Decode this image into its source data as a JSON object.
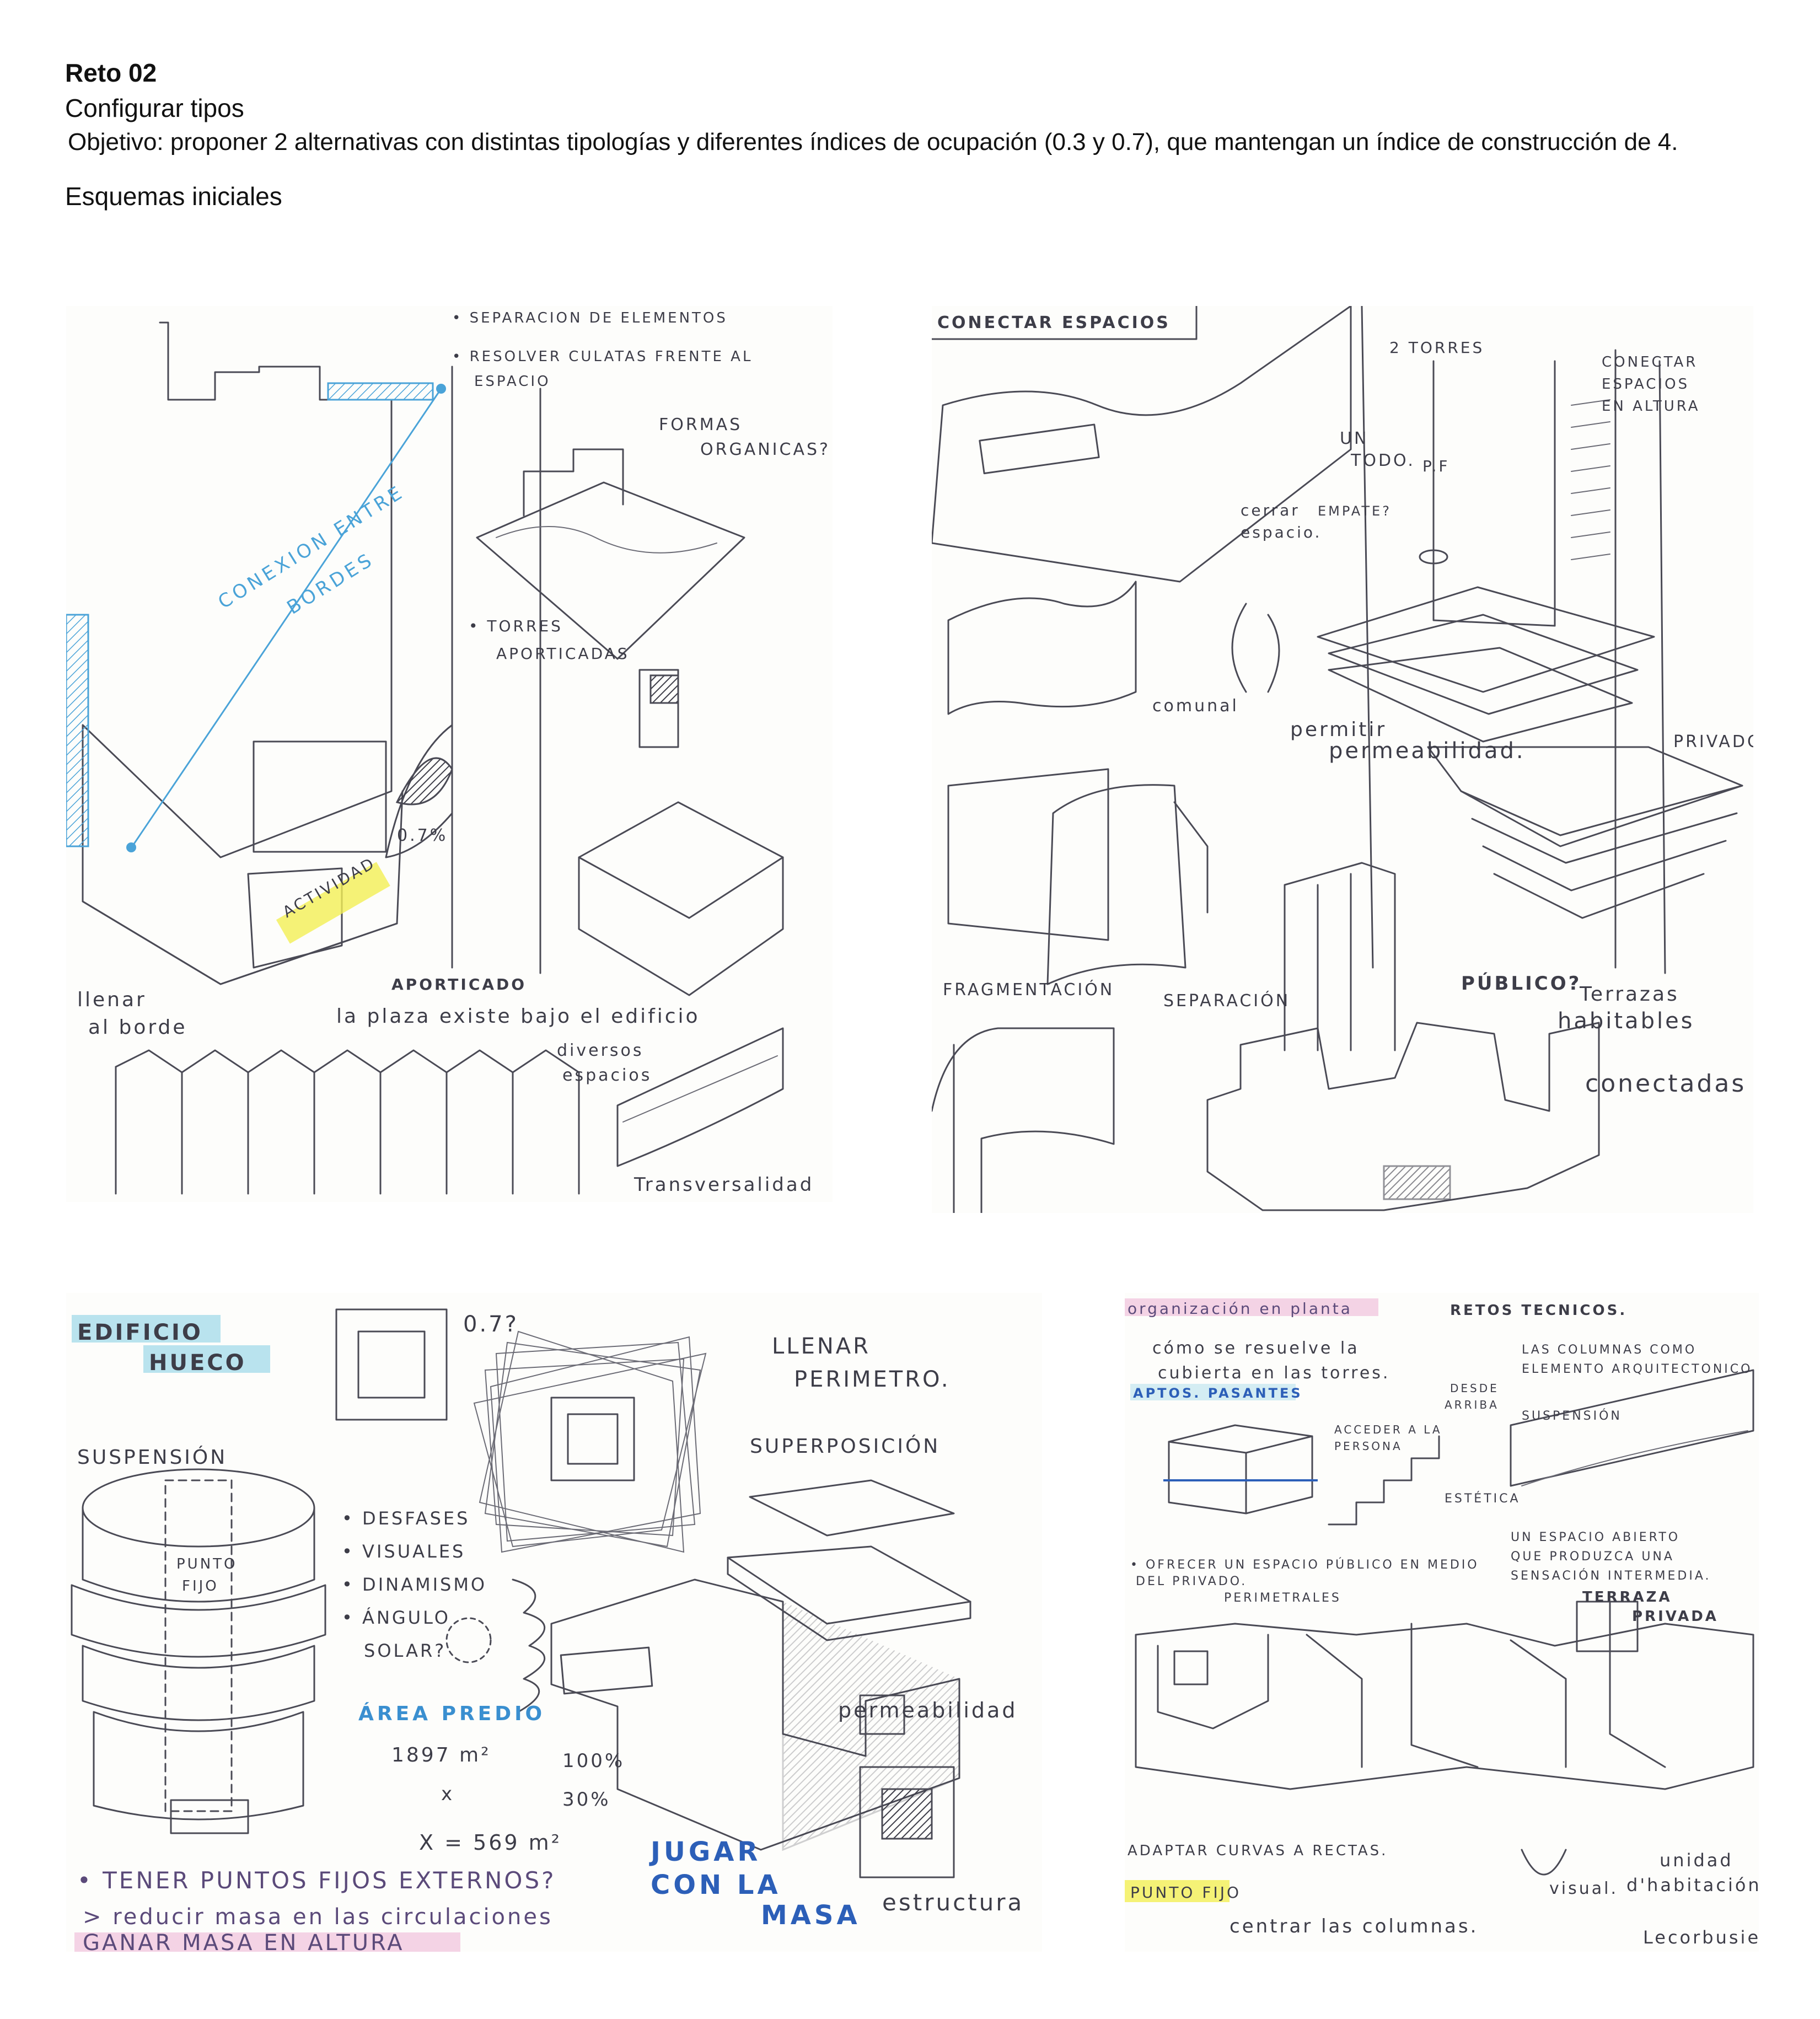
{
  "header": {
    "reto": "Reto 02",
    "subtitle": "Configurar tipos",
    "objective": "Objetivo: proponer 2 alternativas con distintas tipologías y diferentes índices de ocupación (0.3 y 0.7), que mantengan un índice de construcción de 4.",
    "section": "Esquemas iniciales"
  },
  "sketches": {
    "s1": {
      "separacion": "• SEPARACION DE ELEMENTOS",
      "resolver_1": "• RESOLVER CULATAS FRENTE AL",
      "resolver_2": "ESPACIO",
      "formas_1": "FORMAS",
      "formas_2": "ORGANICAS?",
      "conexion_1": "CONEXION ENTRE",
      "conexion_2": "BORDES",
      "torres_1": "• TORRES",
      "torres_2": "APORTICADAS",
      "actividad": "ACTIVIDAD",
      "pct": "0.7%",
      "llenar_1": "llenar",
      "llenar_2": "al borde",
      "aporticado": "APORTICADO",
      "plaza": "la plaza existe bajo el edificio",
      "diversos_1": "diversos",
      "diversos_2": "espacios",
      "transversalidad": "Transversalidad"
    },
    "s2": {
      "conectar": "CONECTAR ESPACIOS",
      "torres": "2 TORRES",
      "conectar_altura_1": "CONECTAR",
      "conectar_altura_2": "ESPACIOS",
      "conectar_altura_3": "EN ALTURA",
      "un_todo_1": "UN",
      "un_todo_2": "TODO.",
      "pf": "P.F",
      "cerrar_1": "cerrar",
      "cerrar_2": "espacio.",
      "empate": "EMPATE?",
      "comunal": "comunal",
      "permitir_1": "permitir",
      "permitir_2": "permeabilidad.",
      "privado": "PRIVADO",
      "fragmentacion": "FRAGMENTACIÓN",
      "separacion": "SEPARACIÓN",
      "publico": "PÚBLICO?",
      "terrazas_1": "Terrazas",
      "terrazas_2": "habitables",
      "conectadas": "conectadas"
    },
    "s3": {
      "edificio": "EDIFICIO",
      "hueco": "HUECO",
      "q07": "0.7?",
      "llenar_1": "LLENAR",
      "llenar_2": "PERIMETRO.",
      "suspension": "SUSPENSIÓN",
      "superposicion": "SUPERPOSICIÓN",
      "punto_1": "PUNTO",
      "punto_2": "FIJO",
      "list_1": "• DESFASES",
      "list_2": "• VISUALES",
      "list_3": "• DINAMISMO",
      "list_4": "• ÁNGULO",
      "list_5": "SOLAR?",
      "area": "ÁREA PREDIO",
      "m2": "1897 m²",
      "pct100": "100%",
      "x": "x",
      "pct30": "30%",
      "xval": "X = 569 m²",
      "permeabilidad": "permeabilidad",
      "jugar_1": "JUGAR",
      "jugar_2": "CON LA",
      "jugar_3": "MASA",
      "estructura": "estructura",
      "tener": "• TENER PUNTOS FIJOS EXTERNOS?",
      "reducir": "> reducir masa en las circulaciones",
      "ganar": "GANAR MASA EN ALTURA"
    },
    "s4": {
      "organizacion": "organización en planta",
      "retos": "RETOS TECNICOS.",
      "como_1": "cómo se resuelve la",
      "como_2": "cubierta en las torres.",
      "aptos": "APTOS. PASANTES",
      "columnas_1": "LAS COLUMNAS COMO",
      "columnas_2": "ELEMENTO ARQUITECTONICO",
      "desde_1": "DESDE",
      "desde_2": "ARRIBA",
      "suspension": "SUSPENSIÓN",
      "acceder_1": "ACCEDER A LA",
      "acceder_2": "PERSONA",
      "estetica": "ESTÉTICA",
      "espacio_1": "UN ESPACIO ABIERTO",
      "espacio_2": "QUE PRODUZCA UNA",
      "espacio_3": "SENSACIÓN INTERMEDIA.",
      "ofrecer_1": "• OFRECER UN ESPACIO PÚBLICO EN MEDIO",
      "ofrecer_2": "DEL PRIVADO.",
      "perimetrales": "PERIMETRALES",
      "terraza_1": "TERRAZA",
      "terraza_2": "PRIVADA",
      "adaptar": "ADAPTAR CURVAS A RECTAS.",
      "visual": "visual.",
      "unidad_1": "unidad",
      "unidad_2": "d'habitación",
      "punto_fijo": "PUNTO FIJO",
      "centrar": "centrar las columnas.",
      "lecorbusier": "Lecorbusier."
    }
  }
}
